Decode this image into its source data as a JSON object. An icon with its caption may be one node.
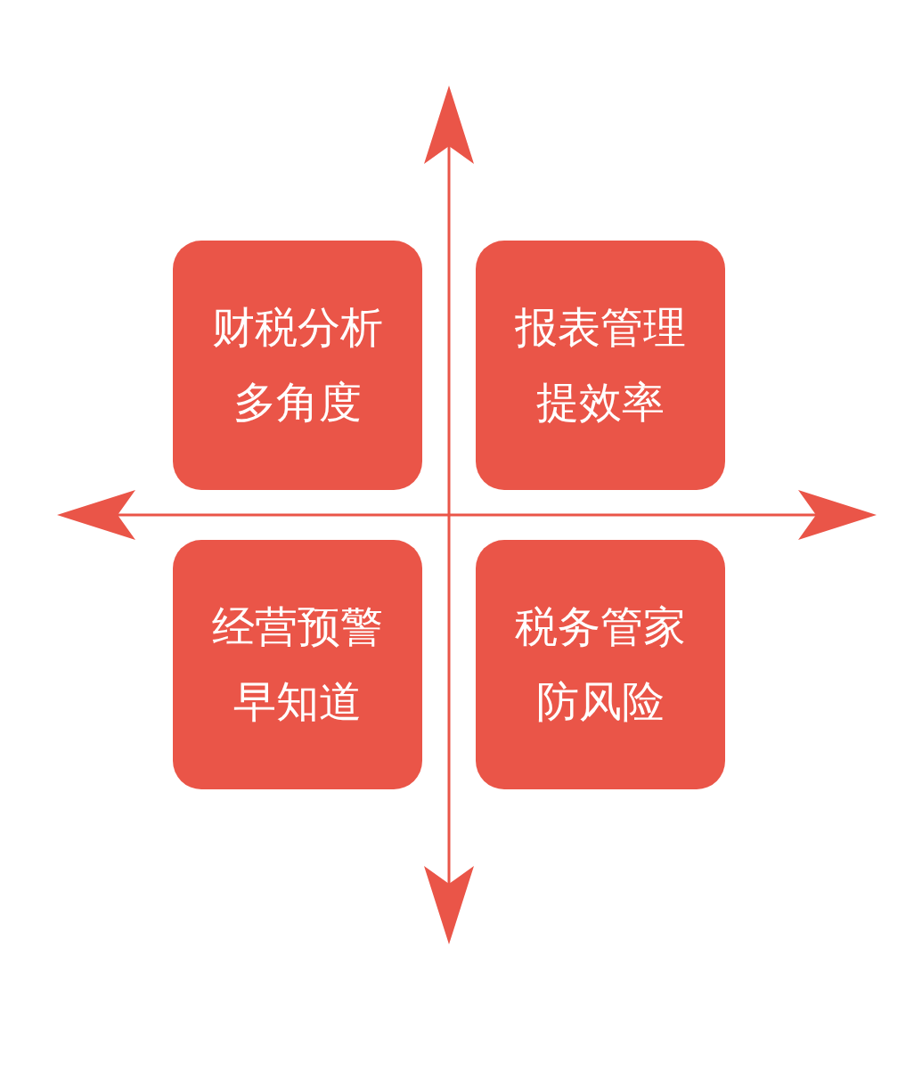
{
  "diagram": {
    "nodes": [
      {
        "text": [
          "财税分析多角度"
        ]
      },
      {
        "text": [
          "报表管理提效率"
        ]
      },
      {
        "text": [
          "经营预警早知道"
        ]
      },
      {
        "text": [
          "税务管家防风险"
        ]
      }
    ]
  }
}
